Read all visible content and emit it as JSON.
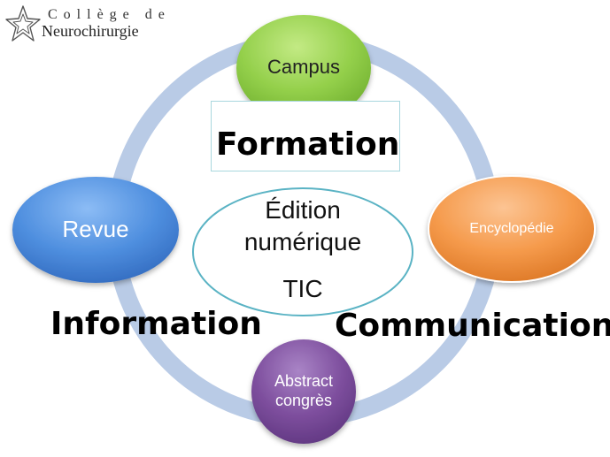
{
  "logo": {
    "line1": "Collège de",
    "line2": "Neurochirurgie"
  },
  "nodes": {
    "campus": "Campus",
    "revue": "Revue",
    "encyclopedie": "Encyclopédie",
    "abstract": "Abstract\ncongrès"
  },
  "center": {
    "line1": "Édition",
    "line2": "numérique",
    "line3": "TIC"
  },
  "labels": {
    "formation": "Formation",
    "information": "Information",
    "communication": "Communication"
  },
  "colors": {
    "ring": "#b9cbe6",
    "campus": "#93cf4a",
    "revue": "#4f8fdf",
    "encyclopedie": "#f59a4b",
    "abstract": "#7e4f9e",
    "center_outline": "#5ab3c4"
  }
}
